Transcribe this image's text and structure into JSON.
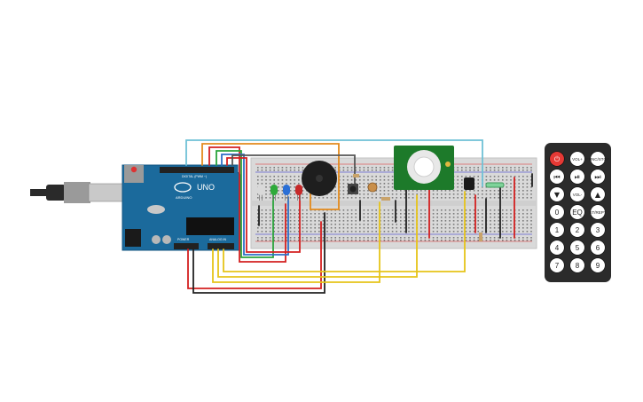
{
  "arduino": {
    "brand": "ARDUINO",
    "model": "UNO",
    "digital_header": "DIGITAL (PWM ~)",
    "power_header": "POWER",
    "analog_header": "ANALOG IN"
  },
  "remote": {
    "buttons": [
      {
        "label": "",
        "icon": "power-icon",
        "color": "#e53935"
      },
      {
        "label": "VOL+"
      },
      {
        "label": "FUNC/STOP"
      },
      {
        "label": "",
        "icon": "prev-icon"
      },
      {
        "label": "",
        "icon": "play-pause-icon"
      },
      {
        "label": "",
        "icon": "next-icon"
      },
      {
        "label": "",
        "icon": "down-icon"
      },
      {
        "label": "VOL-"
      },
      {
        "label": "",
        "icon": "up-icon"
      },
      {
        "label": "0"
      },
      {
        "label": "EQ"
      },
      {
        "label": "ST/REPT"
      },
      {
        "label": "1"
      },
      {
        "label": "2"
      },
      {
        "label": "3"
      },
      {
        "label": "4"
      },
      {
        "label": "5"
      },
      {
        "label": "6"
      },
      {
        "label": "7"
      },
      {
        "label": "8"
      },
      {
        "label": "9"
      }
    ]
  },
  "leds": [
    {
      "color": "#d9d9d9"
    },
    {
      "color": "#2eaa3a"
    },
    {
      "color": "#2a6fd6"
    },
    {
      "color": "#c62828"
    }
  ],
  "colors": {
    "arduino": "#1b6a9c",
    "breadboard": "#d7d7d7",
    "pir": "#1d7a2a",
    "remote": "#2b2b2b",
    "wire_red": "#d42020",
    "wire_black": "#222222",
    "wire_yellow": "#e6c419",
    "wire_orange": "#e38a1c",
    "wire_cyan": "#6fc1d6",
    "wire_green": "#2aa33a",
    "wire_blue": "#2f6fc6"
  }
}
